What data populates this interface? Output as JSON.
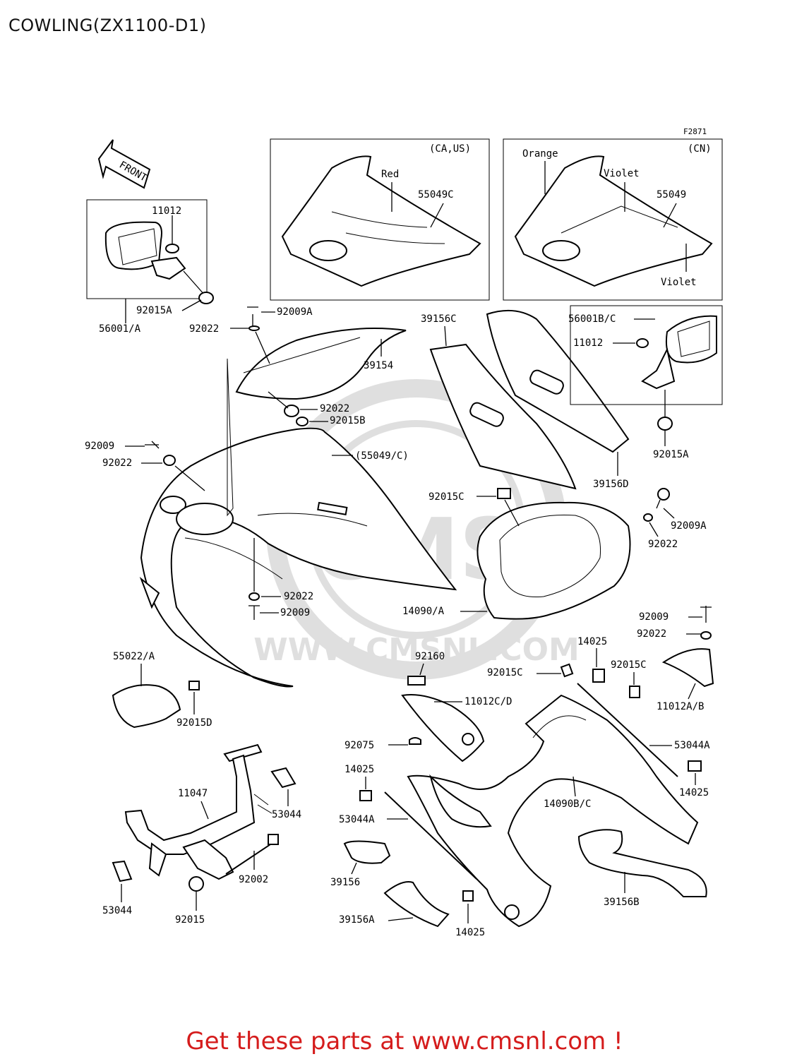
{
  "title": "COWLING(ZX1100-D1)",
  "figure_code": "F2871",
  "front_label": "FRONT",
  "footer_text": "Get these parts at www.cmsnl.com !",
  "watermark_text": "WWW.CMSNL.COM",
  "watermark_logo_text": "CMS",
  "variants": [
    {
      "region": "(CA,US)",
      "part": "55049C",
      "colors": [
        "Red"
      ]
    },
    {
      "region": "(CN)",
      "part": "55049",
      "colors": [
        "Orange",
        "Violet",
        "Violet"
      ]
    }
  ],
  "labels": {
    "l_11012_a": "11012",
    "l_56001a": "56001/A",
    "l_92015a_1": "92015A",
    "l_92009a_1": "92009A",
    "l_92022_1": "92022",
    "l_39154": "39154",
    "l_92022_2": "92022",
    "l_92015b": "92015B",
    "l_92009_1": "92009",
    "l_92022_3": "92022",
    "l_55049c_ref": "(55049/C)",
    "l_39156c": "39156C",
    "l_56001bc": "56001B/C",
    "l_11012_b": "11012",
    "l_92015a_2": "92015A",
    "l_39156d": "39156D",
    "l_92015c_1": "92015C",
    "l_92009a_2": "92009A",
    "l_92022_4": "92022",
    "l_92022_5": "92022",
    "l_92009_2": "92009",
    "l_14090a": "14090/A",
    "l_92009_3": "92009",
    "l_92022_6": "92022",
    "l_55022a": "55022/A",
    "l_92015d": "92015D",
    "l_92160": "92160",
    "l_92015c_2": "92015C",
    "l_14025_1": "14025",
    "l_92015c_3": "92015C",
    "l_11012cd": "11012C/D",
    "l_11012ab": "11012A/B",
    "l_92075": "92075",
    "l_53044a_1": "53044A",
    "l_14025_2": "14025",
    "l_14025_3": "14025",
    "l_14090bc": "14090B/C",
    "l_11047": "11047",
    "l_53044_1": "53044",
    "l_53044a_2": "53044A",
    "l_39156": "39156",
    "l_92002": "92002",
    "l_53044_2": "53044",
    "l_92015": "92015",
    "l_39156a": "39156A",
    "l_14025_4": "14025",
    "l_39156b": "39156B"
  }
}
